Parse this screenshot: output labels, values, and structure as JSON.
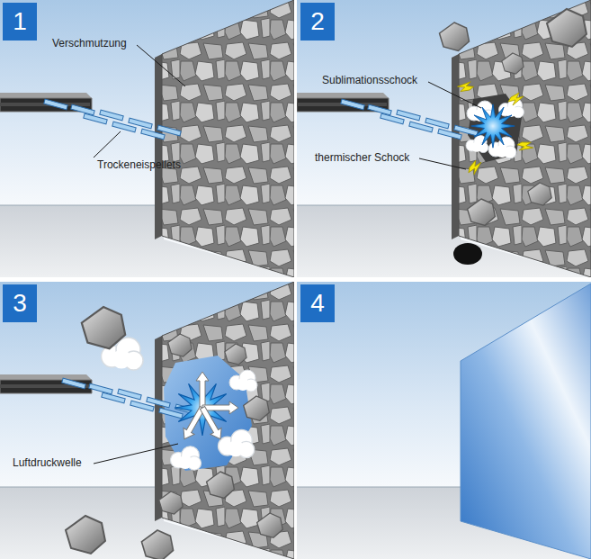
{
  "diagram": {
    "nodes": [
      {
        "text": [
          "1"
        ]
      },
      {
        "text": [
          "2"
        ]
      },
      {
        "text": [
          "3"
        ]
      },
      {
        "text": [
          "4"
        ]
      }
    ],
    "labels": [
      "Verschmutzung",
      "Trockeneispellets",
      "Sublimationsschock",
      "thermischer Schock",
      "Luftdruckwelle"
    ]
  }
}
